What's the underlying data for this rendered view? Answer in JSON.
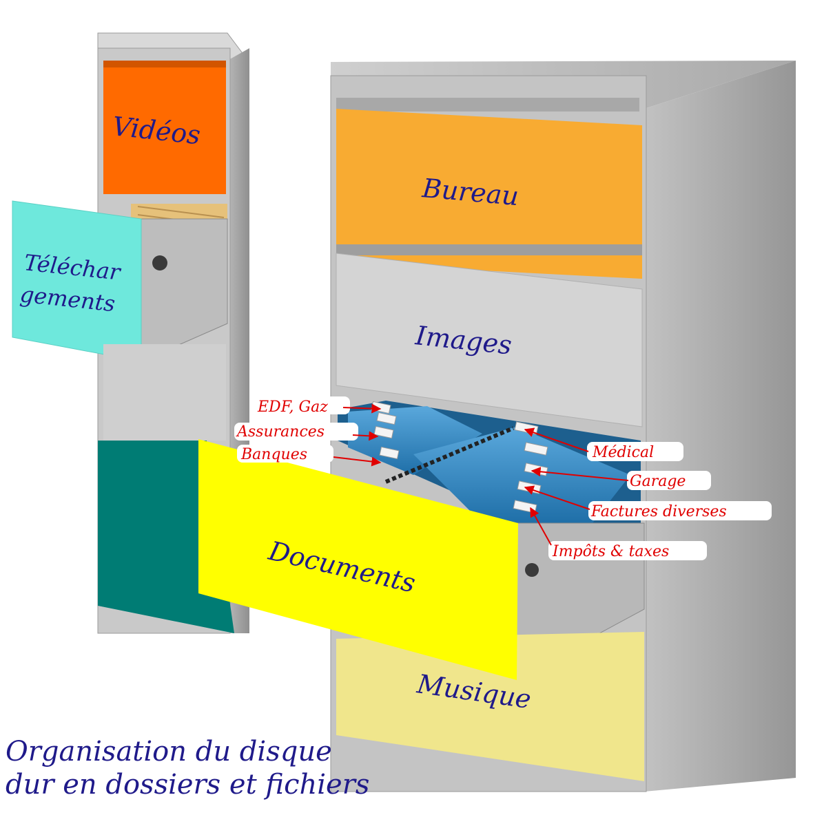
{
  "drawers": {
    "videos": "Vidéos",
    "telechargements_line1": "Téléchar",
    "telechargements_line2": "gements",
    "bureau": "Bureau",
    "images": "Images",
    "documents": "Documents",
    "musique": "Musique"
  },
  "folders_left": [
    "EDF, Gaz",
    "Assurances",
    "Banques"
  ],
  "folders_right": [
    "Médical",
    "Garage",
    "Factures diverses",
    "Impôts & taxes"
  ],
  "caption": {
    "line1": "Organisation du disque",
    "line2": "dur en dossiers et fichiers"
  },
  "colors": {
    "videos": "#ff6a00",
    "telechargements": "#6ee8dc",
    "bureau": "#f8ab32",
    "images": "#d4d4d4",
    "documents": "#ffff00",
    "musique": "#f0e68c",
    "teal_drawer": "#007c74",
    "label_text": "#1f1a8a",
    "annotation_text": "#e00000",
    "folders": "#2e8bc6"
  }
}
